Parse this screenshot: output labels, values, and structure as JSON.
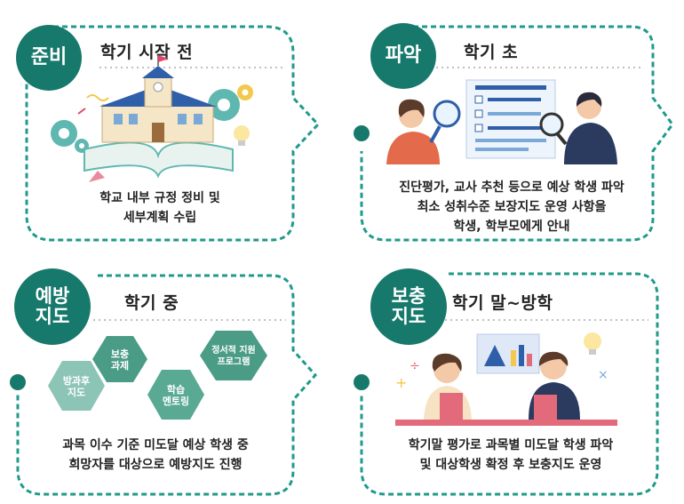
{
  "colors": {
    "teal_dark": "#17796b",
    "teal_frame": "#1f9a8c",
    "hex_green": "#4b9c86",
    "hex_light": "#8cc5b6",
    "hex_mid": "#5aa992"
  },
  "panels": [
    {
      "badge": [
        "준비"
      ],
      "title": "학기 시작 전",
      "desc": [
        "학교 내부 규정 정비 및",
        "세부계획 수립"
      ]
    },
    {
      "badge": [
        "파악"
      ],
      "title": "학기 초",
      "desc": [
        "진단평가, 교사 추천 등으로 예상 학생 파악",
        "최소 성취수준 보장지도 운영 사항을",
        "학생, 학부모에게 안내"
      ]
    },
    {
      "badge": [
        "예방",
        "지도"
      ],
      "title": "학기 중",
      "hexagons": [
        {
          "lines": [
            "보충",
            "과제"
          ]
        },
        {
          "lines": [
            "정서적 지원",
            "프로그램"
          ]
        },
        {
          "lines": [
            "방과후",
            "지도"
          ]
        },
        {
          "lines": [
            "학습",
            "멘토링"
          ]
        }
      ],
      "desc": [
        "과목 이수 기준 미도달 예상 학생 중",
        "희망자를 대상으로 예방지도 진행"
      ]
    },
    {
      "badge": [
        "보충",
        "지도"
      ],
      "title": "학기 말~방학",
      "desc": [
        "학기말 평가로 과목별 미도달 학생 파악",
        "및 대상학생 확정 후 보충지도 운영"
      ]
    }
  ]
}
